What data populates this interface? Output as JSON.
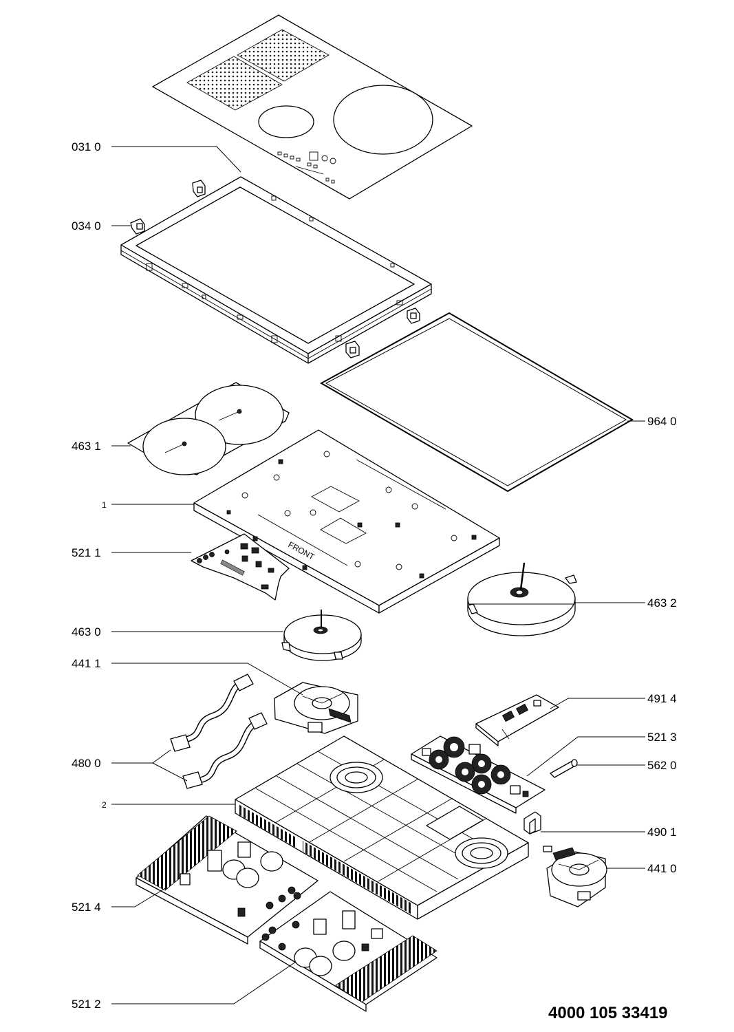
{
  "labels": [
    {
      "id": "031-0",
      "text": "031 0"
    },
    {
      "id": "034-0",
      "text": "034 0"
    },
    {
      "id": "964-0",
      "text": "964 0"
    },
    {
      "id": "463-1",
      "text": "463 1"
    },
    {
      "id": "1",
      "text": "1"
    },
    {
      "id": "521-1",
      "text": "521 1"
    },
    {
      "id": "463-2",
      "text": "463 2"
    },
    {
      "id": "463-0",
      "text": "463 0"
    },
    {
      "id": "441-1",
      "text": "441 1"
    },
    {
      "id": "491-4",
      "text": "491 4"
    },
    {
      "id": "521-3",
      "text": "521 3"
    },
    {
      "id": "480-0",
      "text": "480 0"
    },
    {
      "id": "562-0",
      "text": "562 0"
    },
    {
      "id": "2",
      "text": "2"
    },
    {
      "id": "490-1",
      "text": "490 1"
    },
    {
      "id": "441-0",
      "text": "441 0"
    },
    {
      "id": "521-4",
      "text": "521 4"
    },
    {
      "id": "521-2",
      "text": "521 2"
    }
  ],
  "imprints": {
    "front_marking": "FRONT"
  },
  "document_number": "4000 105 33419"
}
